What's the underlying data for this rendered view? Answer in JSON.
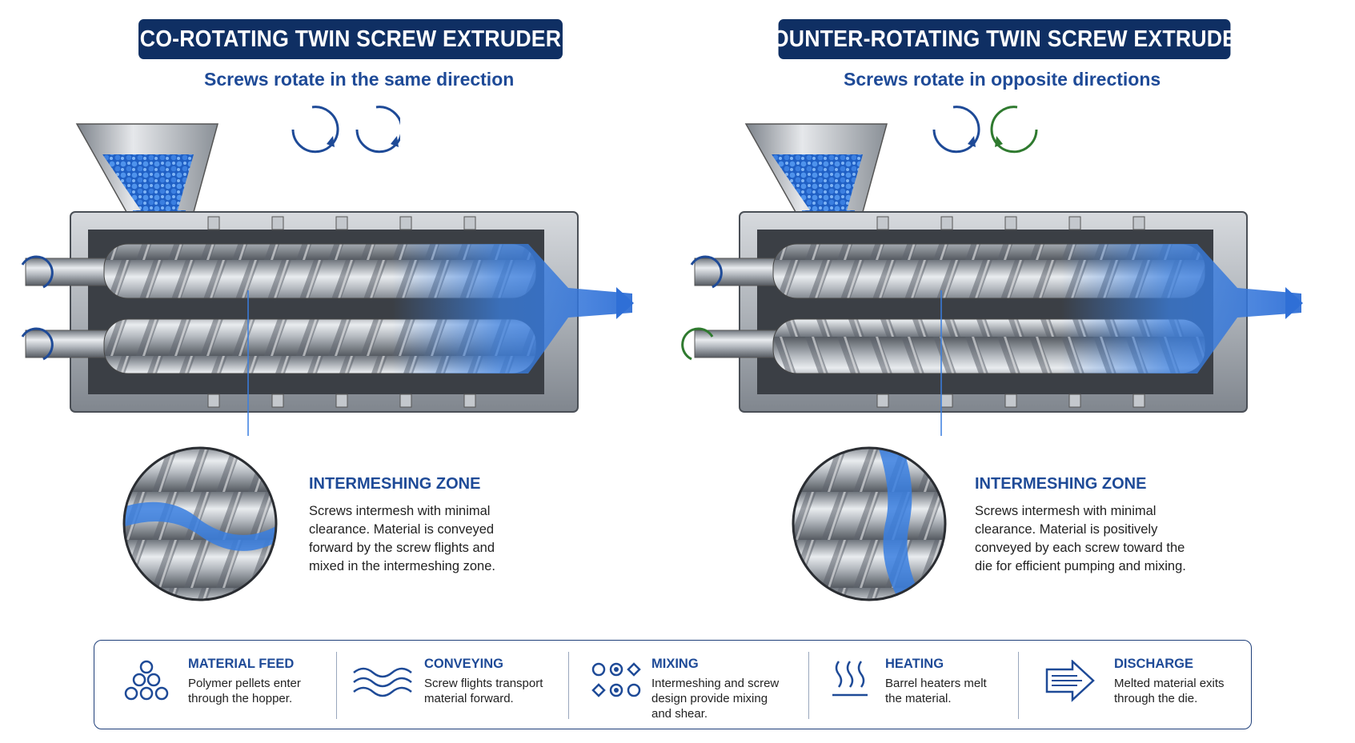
{
  "left_panel": {
    "title": "CO-ROTATING TWIN SCREW EXTRUDER",
    "subtitle": "Screws rotate in the same direction",
    "zone_title": "INTERMESHING ZONE",
    "zone_text": "Screws intermesh with minimal clearance. Material is conveyed forward by the screw flights and mixed in the intermeshing zone."
  },
  "right_panel": {
    "title": "COUNTER-ROTATING TWIN SCREW EXTRUDER",
    "subtitle": "Screws rotate in opposite directions",
    "zone_title": "INTERMESHING ZONE",
    "zone_text": "Screws intermesh with minimal clearance. Material is positively conveyed by each screw toward the die for efficient pumping and mixing."
  },
  "legend": [
    {
      "title": "MATERIAL FEED",
      "desc1": "Polymer pellets enter",
      "desc2": "through the hopper.",
      "desc3": "",
      "icon": "pellets-icon"
    },
    {
      "title": "CONVEYING",
      "desc1": "Screw flights transport",
      "desc2": "material forward.",
      "desc3": "",
      "icon": "waves-icon"
    },
    {
      "title": "MIXING",
      "desc1": "Intermeshing and screw",
      "desc2": "design provide mixing",
      "desc3": "and shear.",
      "icon": "mixing-icon"
    },
    {
      "title": "HEATING",
      "desc1": "Barrel heaters melt",
      "desc2": "the material.",
      "desc3": "",
      "icon": "heat-icon"
    },
    {
      "title": "DISCHARGE",
      "desc1": "Melted material exits",
      "desc2": "through the die.",
      "desc3": "",
      "icon": "arrow-icon"
    }
  ],
  "colors": {
    "navy": "#0f2f63",
    "accent_blue": "#1e4a97",
    "melt_blue": "#3a7fe0",
    "counter_green": "#2f7a2f",
    "steel": "#9aa0a8"
  }
}
